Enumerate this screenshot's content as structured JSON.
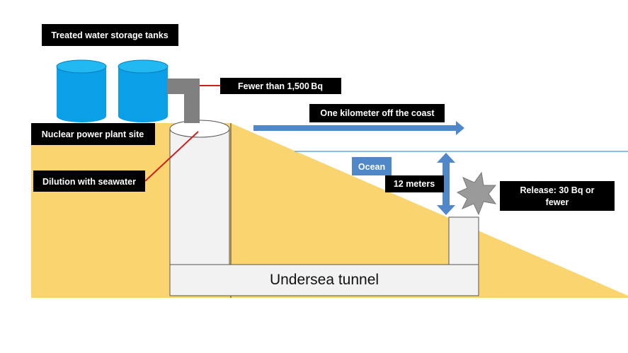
{
  "labels": {
    "tanks": "Treated water storage tanks",
    "pipe_concentration": "Fewer than 1,500 Bq",
    "distance": "One kilometer off the coast",
    "site": "Nuclear power plant site",
    "dilution": "Dilution with seawater",
    "ocean": "Ocean",
    "depth": "12 meters",
    "release_line1": "Release: 30  Bq or",
    "release_line2": "fewer",
    "tunnel": "Undersea tunnel"
  },
  "colors": {
    "land": "#fad56f",
    "tank": "#0a9fe6",
    "tank_top": "#22b8f2",
    "pipe": "#808080",
    "arrow": "#4f87c8",
    "ocean_line": "#6aa6d8",
    "label_bg": "#000000",
    "shaft": "#f2f2f2",
    "burst": "#9a9a9a",
    "leader": "#cc1f1f"
  }
}
